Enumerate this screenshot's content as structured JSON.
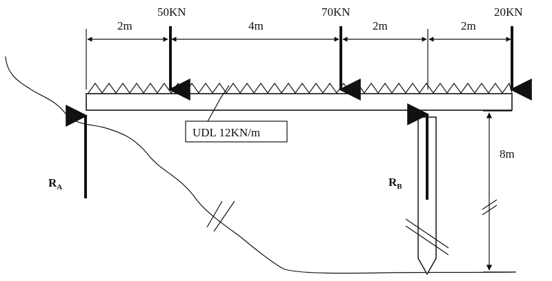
{
  "dimensions": {
    "d1": "2m",
    "d2": "4m",
    "d3": "2m",
    "d4": "2m"
  },
  "loads": {
    "p1": "50KN",
    "p2": "70KN",
    "p3": "20KN"
  },
  "udl": {
    "label": "UDL 12KN/m"
  },
  "height": {
    "label": "8m"
  },
  "reactions": {
    "a": {
      "main": "R",
      "sub": "A"
    },
    "b": {
      "main": "R",
      "sub": "B"
    }
  }
}
